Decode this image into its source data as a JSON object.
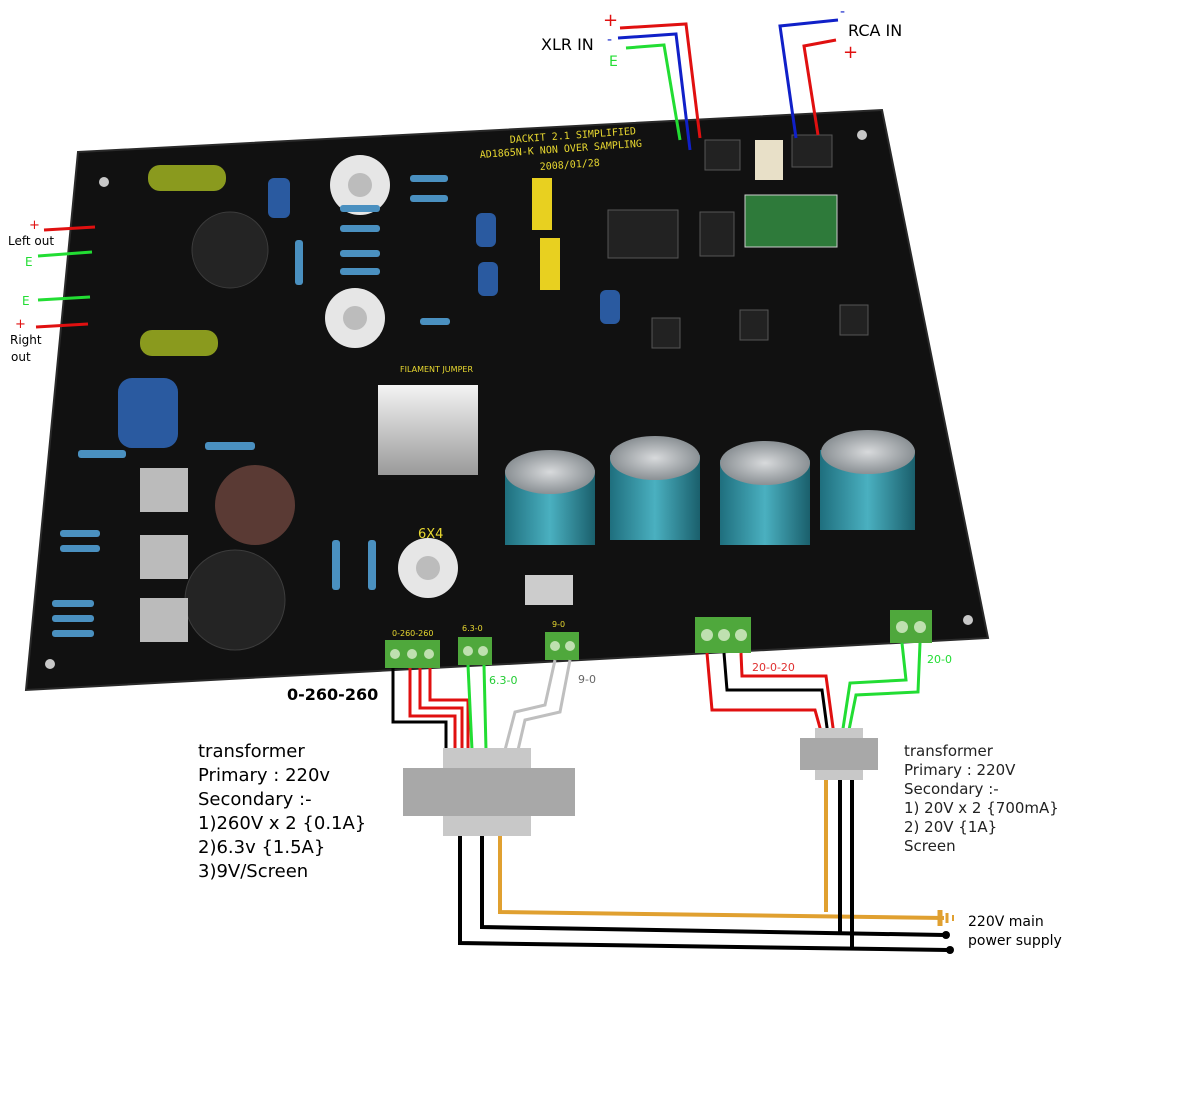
{
  "board": {
    "title_line1": "DACKIT 2.1 SIMPLIFIED",
    "title_line2": "AD1865N-K NON OVER SAMPLING",
    "date": "2008/01/28",
    "tube_label": "6X4",
    "jumper_label": "FILAMENT JUMPER",
    "term_260": "0-260-260",
    "term_63": "6.3-0",
    "term_9": "9-0"
  },
  "inputs": {
    "xlr_label": "XLR IN",
    "xlr_plus": "+",
    "xlr_minus": "-",
    "xlr_e": "E",
    "rca_label": "RCA IN",
    "rca_plus": "+",
    "rca_minus": "-"
  },
  "outputs": {
    "left_plus": "+",
    "left_label": "Left out",
    "left_e": "E",
    "right_e": "E",
    "right_plus": "+",
    "right_label_1": "Right",
    "right_label_2": "out"
  },
  "wiring": {
    "label_260": "0-260-260",
    "label_63": "6.3-0",
    "label_9": "9-0",
    "label_20020": "20-0-20",
    "label_200": "20-0",
    "mains_1": "220V main",
    "mains_2": "power supply"
  },
  "transformer_left": {
    "title": "transformer",
    "primary": "Primary : 220v",
    "secondary": "Secondary :-",
    "s1": "1)260V x 2 {0.1A}",
    "s2": "2)6.3v {1.5A}",
    "s3": "3)9V/Screen"
  },
  "transformer_right": {
    "title": "transformer",
    "primary": "Primary : 220V",
    "secondary": "Secondary :-",
    "s1": "1) 20V x 2 {700mA}",
    "s2": "2) 20V {1A}",
    "s3": "Screen"
  },
  "colors": {
    "red": "#e01010",
    "blue": "#1020c8",
    "green": "#22dd33",
    "black": "#000000",
    "gray": "#bfbfbf",
    "orange": "#e0a030",
    "pcb": "#111111",
    "terminal": "#4fa83c",
    "capacitor": "#2d8c9c"
  }
}
